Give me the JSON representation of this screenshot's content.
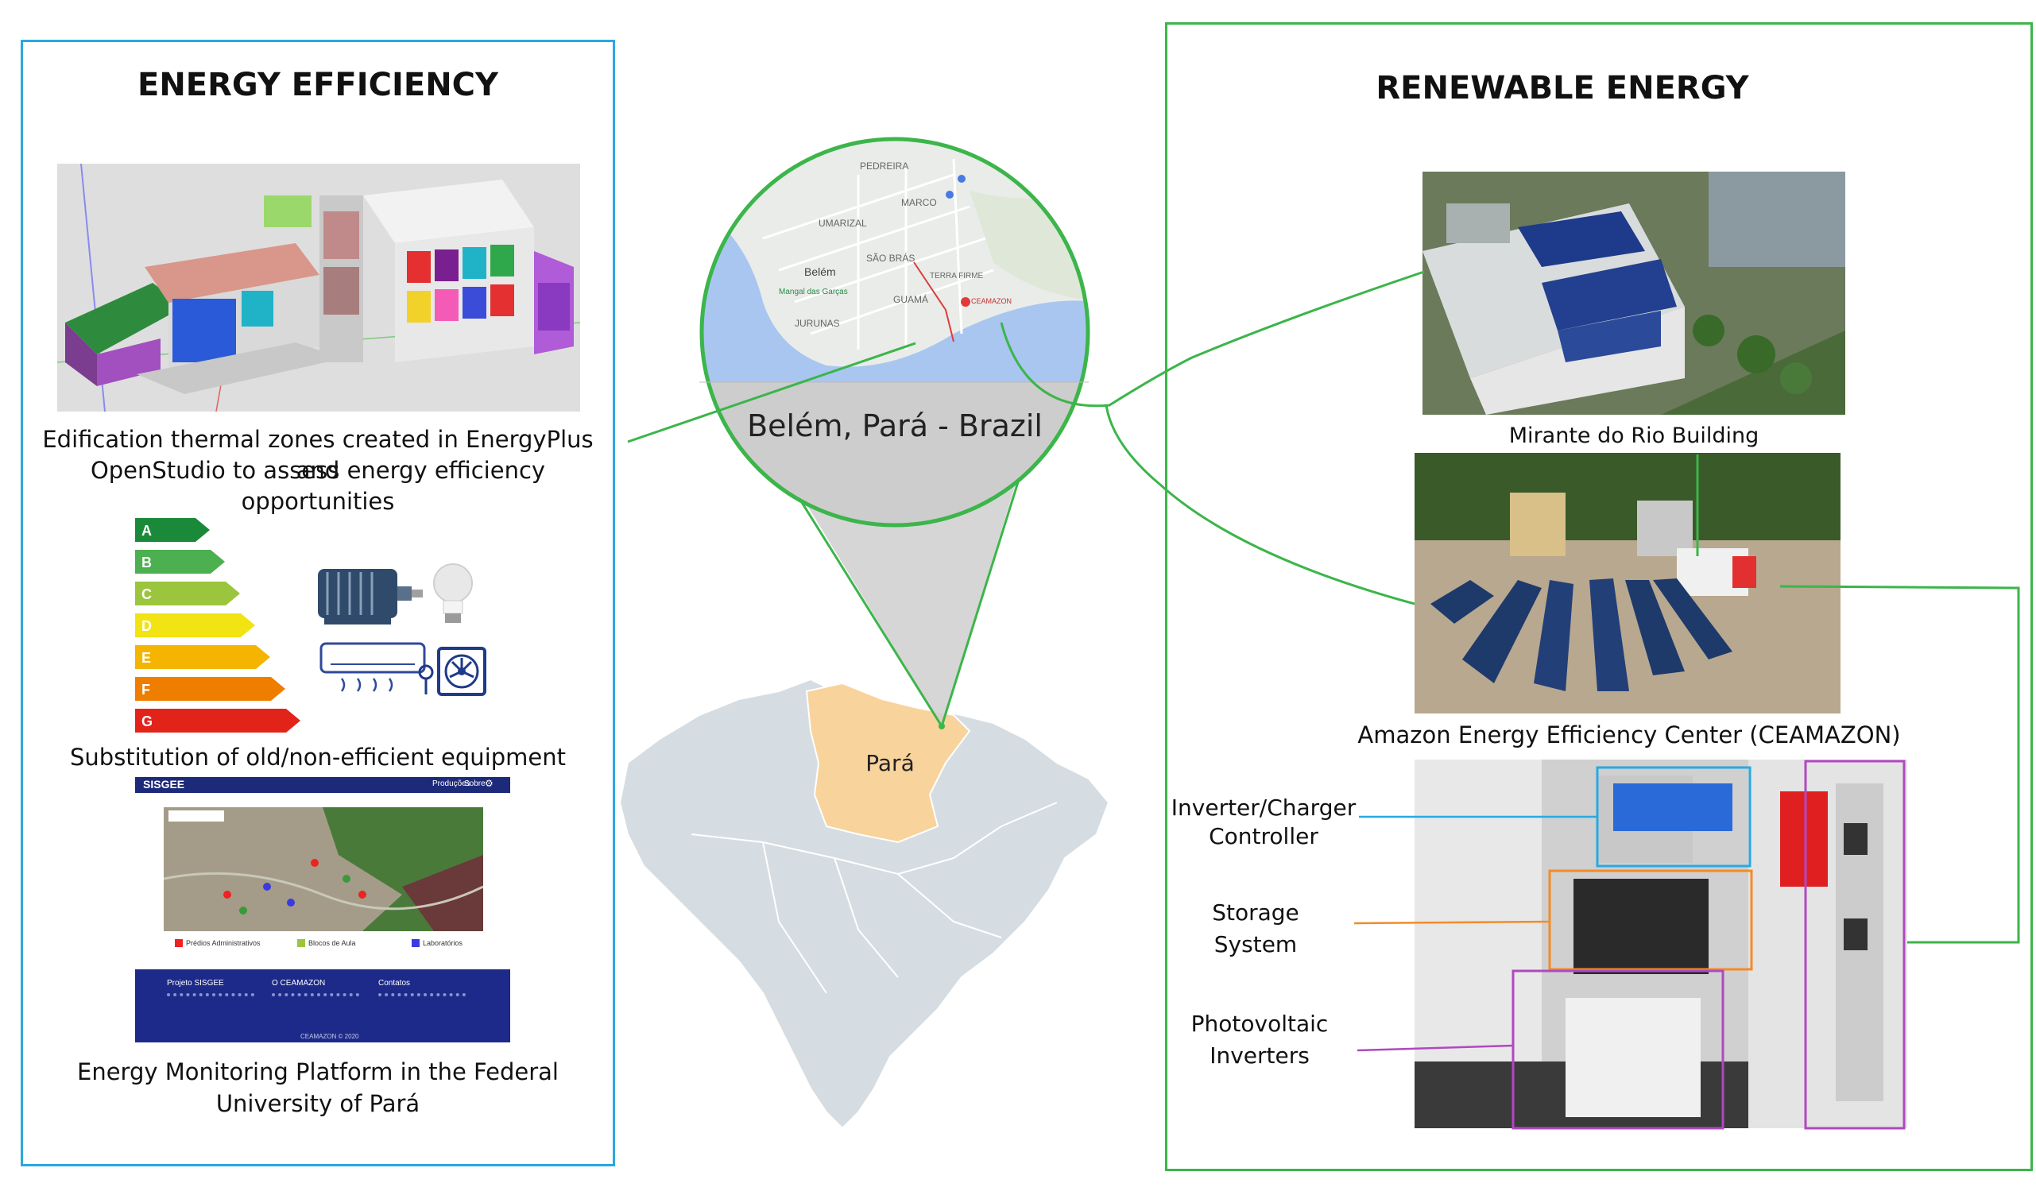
{
  "left_panel": {
    "title": "ENERGY EFFICIENCY",
    "thermal_caption_line1": "Edification thermal zones created in EnergyPlus and",
    "thermal_caption_line2": "OpenStudio to assess energy efficiency opportunities",
    "rating_labels": [
      "A",
      "B",
      "C",
      "D",
      "E",
      "F",
      "G"
    ],
    "rating_colors": [
      "#1a8a3a",
      "#4caf50",
      "#9bc53d",
      "#f2e313",
      "#f4b400",
      "#ef7d00",
      "#e2231a"
    ],
    "substitution_caption": "Substitution of old/non-efficient equipment",
    "platform_caption_line1": "Energy Monitoring Platform in the Federal",
    "platform_caption_line2": "University of Pará",
    "platform_logo": "SISGEE",
    "platform_nav": [
      "Produções",
      "Sobre"
    ],
    "platform_legend": [
      "Prédios Administrativos",
      "Blocos de Aula",
      "Laboratórios"
    ],
    "platform_footer_headers": [
      "Projeto SISGEE",
      "O CEAMAZON",
      "Contatos"
    ],
    "platform_copyright": "CEAMAZON © 2020"
  },
  "center": {
    "location_label": "Belém, Pará - Brazil",
    "state_label": "Pará",
    "map_labels": [
      "PEDREIRA",
      "MARCO",
      "UMARIZAL",
      "SÃO BRÁS",
      "Belém",
      "TERRA FIRME",
      "GUAMÁ",
      "JURUNAS",
      "Mangal das Garças",
      "CEAMAZON"
    ]
  },
  "right_panel": {
    "title": "RENEWABLE ENERGY",
    "building_caption": "Mirante do Rio Building",
    "center_caption": "Amazon Energy Efficiency Center (CEAMAZON)",
    "inverter_label_line1": "Inverter/Charger",
    "inverter_label_line2": "Controller",
    "storage_label_line1": "Storage",
    "storage_label_line2": "System",
    "pv_label_line1": "Photovoltaic",
    "pv_label_line2": "Inverters"
  },
  "colors": {
    "left_border": "#29a9e0",
    "right_border": "#3cb54a",
    "connector": "#3cb54a",
    "inverter_box": "#29a9e0",
    "storage_box": "#f28c28",
    "pv_box": "#b048c0",
    "para_state": "#f8d39c",
    "brazil_states": "#d5dde2"
  }
}
